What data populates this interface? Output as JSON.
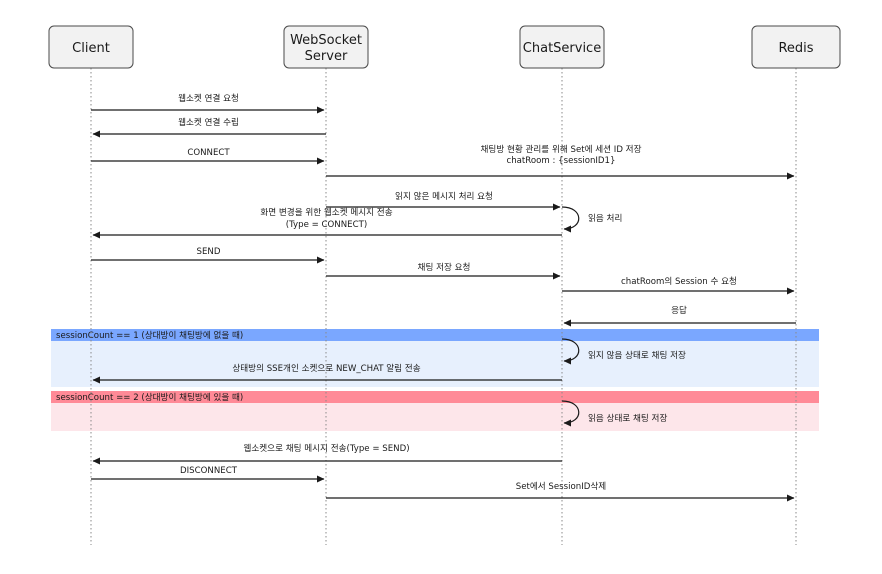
{
  "actors": [
    {
      "id": "client",
      "label": [
        "Client"
      ]
    },
    {
      "id": "ws",
      "label": [
        "WebSocket",
        "Server"
      ]
    },
    {
      "id": "chat",
      "label": [
        "ChatService"
      ]
    },
    {
      "id": "redis",
      "label": [
        "Redis"
      ]
    }
  ],
  "fragments": [
    {
      "label": "sessionCount == 1 (상대방이 채팅방에 없을 때)",
      "head_color": "#7aa7ff",
      "body_color": "#e7f0fd"
    },
    {
      "label": "sessionCount == 2 (상대방이 채팅방에 있을 때)",
      "head_color": "#ff8a97",
      "body_color": "#fde6ea"
    }
  ],
  "messages": [
    {
      "from": "client",
      "to": "ws",
      "label": [
        "웹소켓 연결 요청"
      ]
    },
    {
      "from": "ws",
      "to": "client",
      "label": [
        "웹소켓 연결 수립"
      ]
    },
    {
      "from": "client",
      "to": "ws",
      "label": [
        "CONNECT"
      ]
    },
    {
      "from": "ws",
      "to": "redis",
      "label": [
        "채팅방 현황 관리를 위해 Set에 세션 ID 저장",
        "chatRoom : {sessionID1}"
      ]
    },
    {
      "from": "ws",
      "to": "chat",
      "label": [
        "읽지 않은 메시지 처리 요청"
      ]
    },
    {
      "from": "chat",
      "to": "chat",
      "label": [
        "읽음 처리"
      ]
    },
    {
      "from": "chat",
      "to": "client",
      "label": [
        "화면 변경을 위한 웹소켓 메시지 전송",
        "(Type = CONNECT)"
      ]
    },
    {
      "from": "client",
      "to": "ws",
      "label": [
        "SEND"
      ]
    },
    {
      "from": "ws",
      "to": "chat",
      "label": [
        "채팅 저장 요청"
      ]
    },
    {
      "from": "chat",
      "to": "redis",
      "label": [
        "chatRoom의 Session 수 요청"
      ]
    },
    {
      "from": "redis",
      "to": "chat",
      "label": [
        "응답"
      ]
    },
    {
      "from": "chat",
      "to": "chat",
      "label": [
        "읽지 않음 상태로 채팅 저장"
      ]
    },
    {
      "from": "chat",
      "to": "client",
      "label": [
        "상태방의 SSE개인 소켓으로 NEW_CHAT 알림 전송"
      ]
    },
    {
      "from": "chat",
      "to": "chat",
      "label": [
        "읽음 상태로 채팅 저장"
      ]
    },
    {
      "from": "chat",
      "to": "client",
      "label": [
        "웹소켓으로 채팅 메시지 전송(Type = SEND)"
      ]
    },
    {
      "from": "client",
      "to": "ws",
      "label": [
        "DISCONNECT"
      ]
    },
    {
      "from": "ws",
      "to": "redis",
      "label": [
        "Set에서 SessionID삭제"
      ]
    }
  ]
}
